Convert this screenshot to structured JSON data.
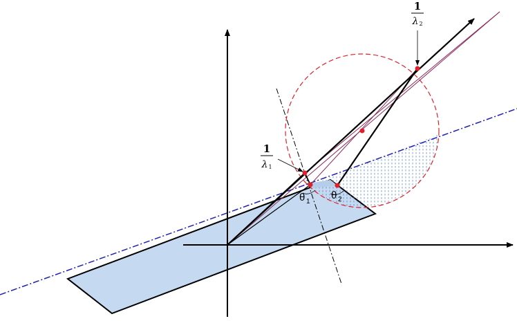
{
  "labels": {
    "inverse_lambda_1": {
      "numerator": "1",
      "symbol": "λ",
      "subscript": "1"
    },
    "inverse_lambda_2": {
      "numerator": "1",
      "symbol": "λ",
      "subscript": "2"
    },
    "theta_1": {
      "symbol": "θ",
      "subscript": "1"
    },
    "theta_2": {
      "symbol": "θ",
      "subscript": "2"
    }
  },
  "colors": {
    "plane_fill": "#c5d9f0",
    "circle": "#e0202a",
    "dot": "#e0202a",
    "blue_dashdot": "#2020b0",
    "purple_lines": "#8a2a5a",
    "hatch": "#4a7ac0"
  }
}
